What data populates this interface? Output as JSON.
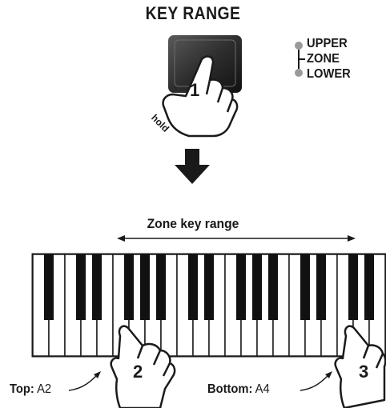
{
  "title": "KEY RANGE",
  "zone_indicator": {
    "upper": "UPPER",
    "zone": "ZONE",
    "lower": "LOWER"
  },
  "steps": {
    "step1_number": "1",
    "step1_hold": "hold",
    "step2_number": "2",
    "step3_number": "3"
  },
  "range_label": "Zone key range",
  "top_caption": {
    "label": "Top:",
    "value": "A2"
  },
  "bottom_caption": {
    "label": "Bottom:",
    "value": "A4"
  },
  "colors": {
    "button": "#2b2b2b",
    "indicator": "#9a9a9a",
    "ink": "#1a1a1a"
  }
}
